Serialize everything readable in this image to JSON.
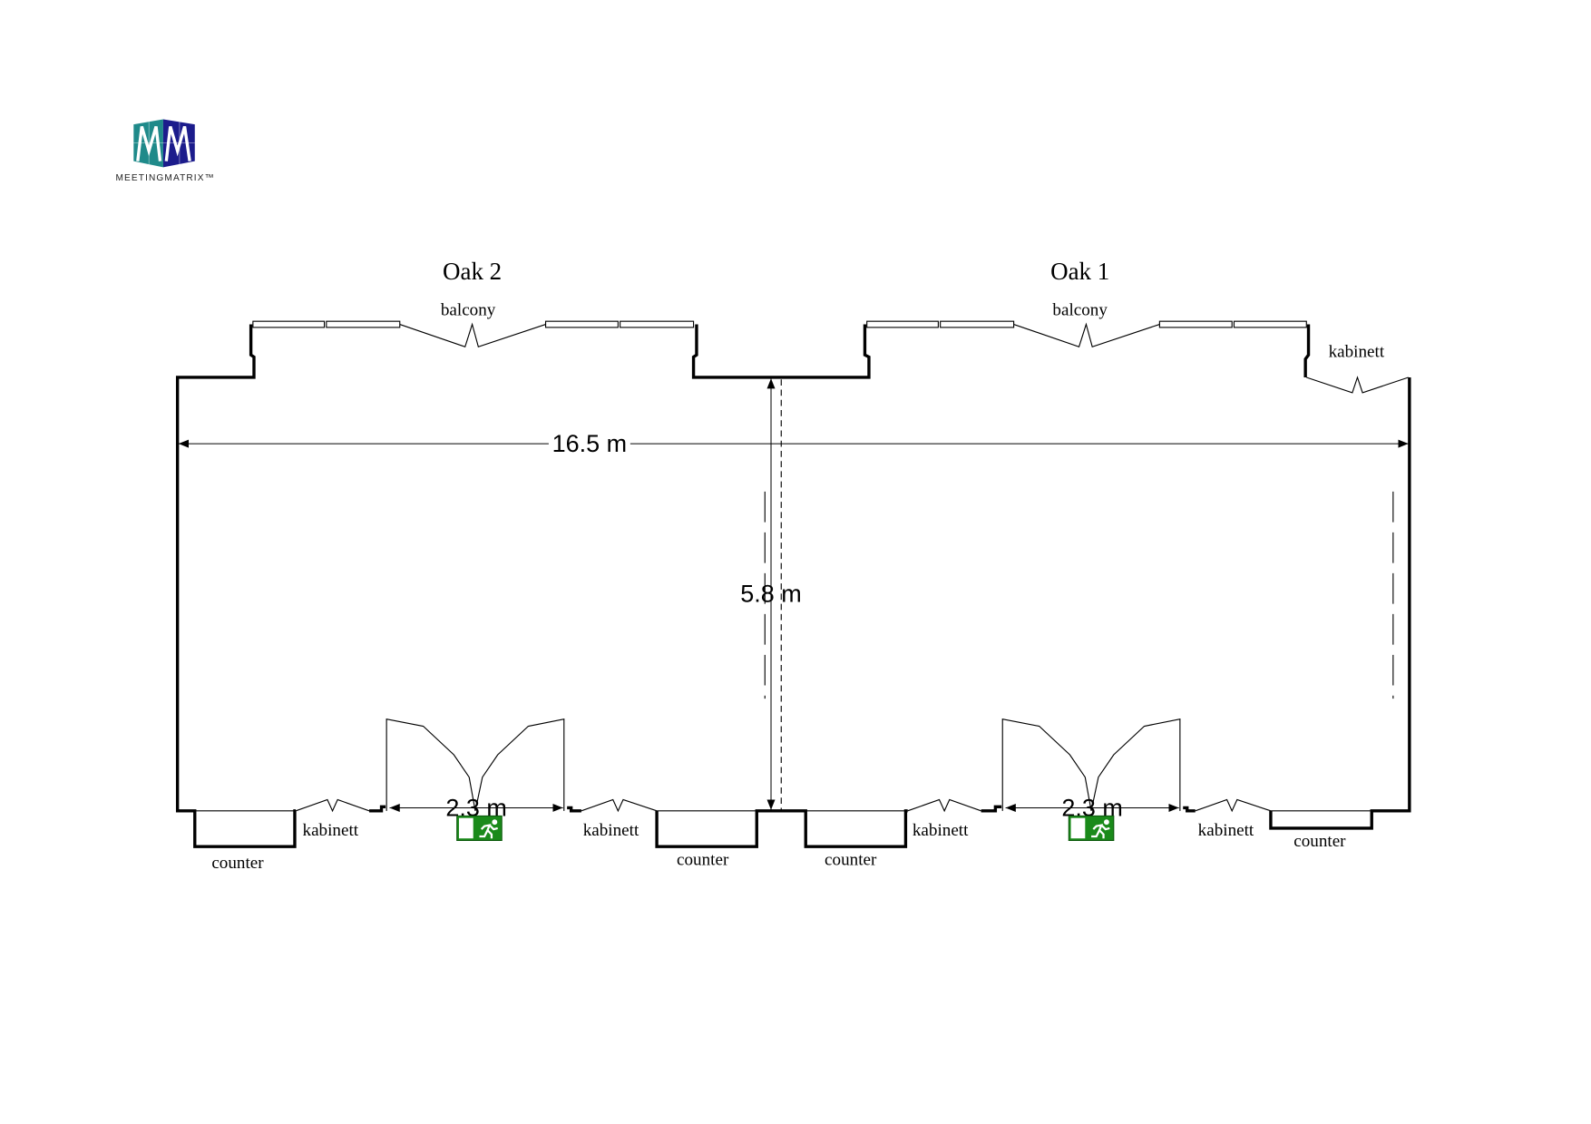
{
  "logo": {
    "text": "MEETINGMATRIX™",
    "colors": {
      "teal": "#1f8a8a",
      "navy": "#1c1c8c"
    }
  },
  "rooms": [
    {
      "name": "Oak 2",
      "balcony_label": "balcony"
    },
    {
      "name": "Oak 1",
      "balcony_label": "balcony"
    }
  ],
  "labels": {
    "kabinett": [
      "kabinett",
      "kabinett",
      "kabinett",
      "kabinett",
      "kabinett"
    ],
    "counter": [
      "counter",
      "counter",
      "counter",
      "counter"
    ]
  },
  "dimensions": {
    "width": "16.5 m",
    "depth": "5.8 m",
    "door_left": "2.3 m",
    "door_right": "2.3 m"
  },
  "exit_sign": {
    "color": "#1a8a1a"
  }
}
